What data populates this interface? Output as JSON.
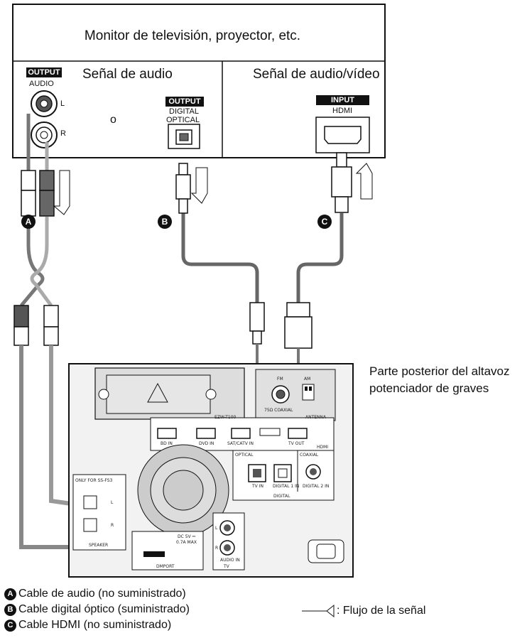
{
  "tv": {
    "title": "Monitor de televisión, proyector, etc.",
    "audio_section": "Señal de audio",
    "av_section": "Señal de audio/vídeo",
    "output_badge": "OUTPUT",
    "input_badge": "INPUT",
    "audio_label": "AUDIO",
    "left_label": "L",
    "right_label": "R",
    "or_label": "o",
    "digital_label": "DIGITAL",
    "optical_label": "OPTICAL",
    "hdmi_label": "HDMI"
  },
  "markers": {
    "a": "A",
    "b": "B",
    "c": "C"
  },
  "rear": {
    "title": "Parte posterior del altavoz potenciador de graves",
    "ezw": "EZW-T100",
    "fm": "FM",
    "am": "AM",
    "coaxial75": "75Ω COAXIAL",
    "antenna": "ANTENNA",
    "bd_in": "BD IN",
    "dvd_in": "DVD IN",
    "sat_in": "SAT/CATV IN",
    "tv_out": "TV OUT",
    "hdmi": "HDMI",
    "optical": "OPTICAL",
    "coaxial": "COAXIAL",
    "tv_in": "TV IN",
    "digital1": "DIGITAL 1 IN",
    "digital2": "DIGITAL 2 IN",
    "digital": "DIGITAL",
    "only_for": "ONLY FOR SS-FS3",
    "sp_l": "L",
    "sp_r": "R",
    "speaker": "SPEAKER",
    "dc": "DC 5V ⎓",
    "dc2": "0.7A MAX",
    "dmport": "DMPORT",
    "tv_l": "L",
    "tv_r": "R",
    "audio_in": "AUDIO IN",
    "tv": "TV"
  },
  "legend": {
    "a": "Cable de audio (no suministrado)",
    "b": "Cable digital óptico (suministrado)",
    "c": "Cable HDMI (no suministrado)",
    "flow": ": Flujo de la señal"
  }
}
